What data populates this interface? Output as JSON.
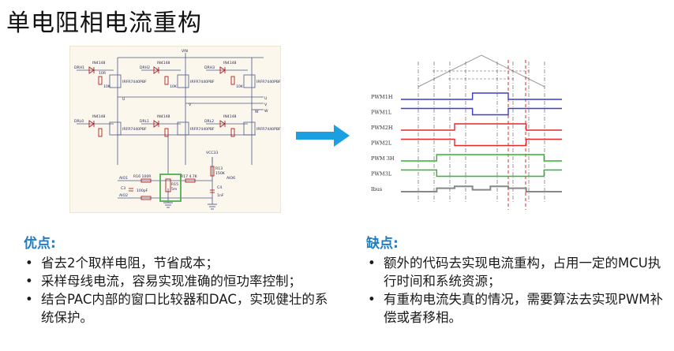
{
  "slide": {
    "title": "单电阻相电流重构"
  },
  "schematic": {
    "labels": {
      "vin": "VIN",
      "u": "U",
      "v": "V",
      "w": "W",
      "vcc": "VCC33",
      "diode": "IN4148",
      "fet": "IRFR7440PBF",
      "r10r": "10R",
      "r10k": "10K",
      "drh1": "DRH1",
      "drl0": "DRL0",
      "drl1": "DRL1",
      "drl2": "DRL2",
      "drh2": "DRH2",
      "drh3": "DRH3",
      "aio1": "AIO1",
      "aio2": "AIO2",
      "aio6": "AIO6",
      "r16": "R16 100R",
      "r17": "R17 4.7K",
      "r15": "R15",
      "r13": "R13",
      "r13v": "150K",
      "c3": "C3",
      "c3v": "100pF",
      "c4": "C4",
      "c4v": "1nF",
      "shunt": "5m"
    },
    "colors": {
      "wire": "#4a5a8a",
      "component": "#b02020",
      "highlight": "#4caf50"
    }
  },
  "arrow": {
    "color": "#1a9fe0",
    "icon": "arrow-right-icon"
  },
  "timing": {
    "signals": [
      {
        "label": "PWM1H",
        "color": "#3b3bd6",
        "levels": [
          0,
          0,
          0,
          0,
          1,
          1,
          0,
          0,
          0
        ]
      },
      {
        "label": "PWM1L",
        "color": "#3b3bd6",
        "levels": [
          1,
          1,
          1,
          1,
          0,
          0,
          1,
          1,
          1
        ]
      },
      {
        "label": "PWM2H",
        "color": "#e02a2a",
        "levels": [
          0,
          0,
          0,
          1,
          1,
          1,
          1,
          0,
          0
        ]
      },
      {
        "label": "PWM2L",
        "color": "#e02a2a",
        "levels": [
          1,
          1,
          1,
          0,
          0,
          0,
          0,
          1,
          1
        ]
      },
      {
        "label": "PWM 3H",
        "color": "#2fb52f",
        "levels": [
          0,
          0,
          1,
          1,
          1,
          1,
          1,
          1,
          0
        ]
      },
      {
        "label": "PWM3L",
        "color": "#2fb52f",
        "levels": [
          1,
          1,
          0,
          0,
          0,
          0,
          0,
          0,
          1
        ]
      },
      {
        "label": "Ibus",
        "color": "#888888",
        "levels": [
          0,
          0,
          0.55,
          0.85,
          0.3,
          0.85,
          0.55,
          0,
          0
        ]
      }
    ],
    "colors": {
      "carrier": "#999999",
      "marker": "#e02a2a",
      "guide": "#555555"
    }
  },
  "pros": {
    "heading": "优点:",
    "items": [
      "省去2个取样电阻，节省成本；",
      "采样母线电流，容易实现准确的恒功率控制；",
      "结合PAC内部的窗口比较器和DAC，实现健壮的系统保护。"
    ]
  },
  "cons": {
    "heading": "缺点:",
    "items": [
      "额外的代码去实现电流重构，占用一定的MCU执行时间和系统资源；",
      "有重构电流失真的情况，需要算法去实现PWM补偿或者移相。"
    ]
  }
}
